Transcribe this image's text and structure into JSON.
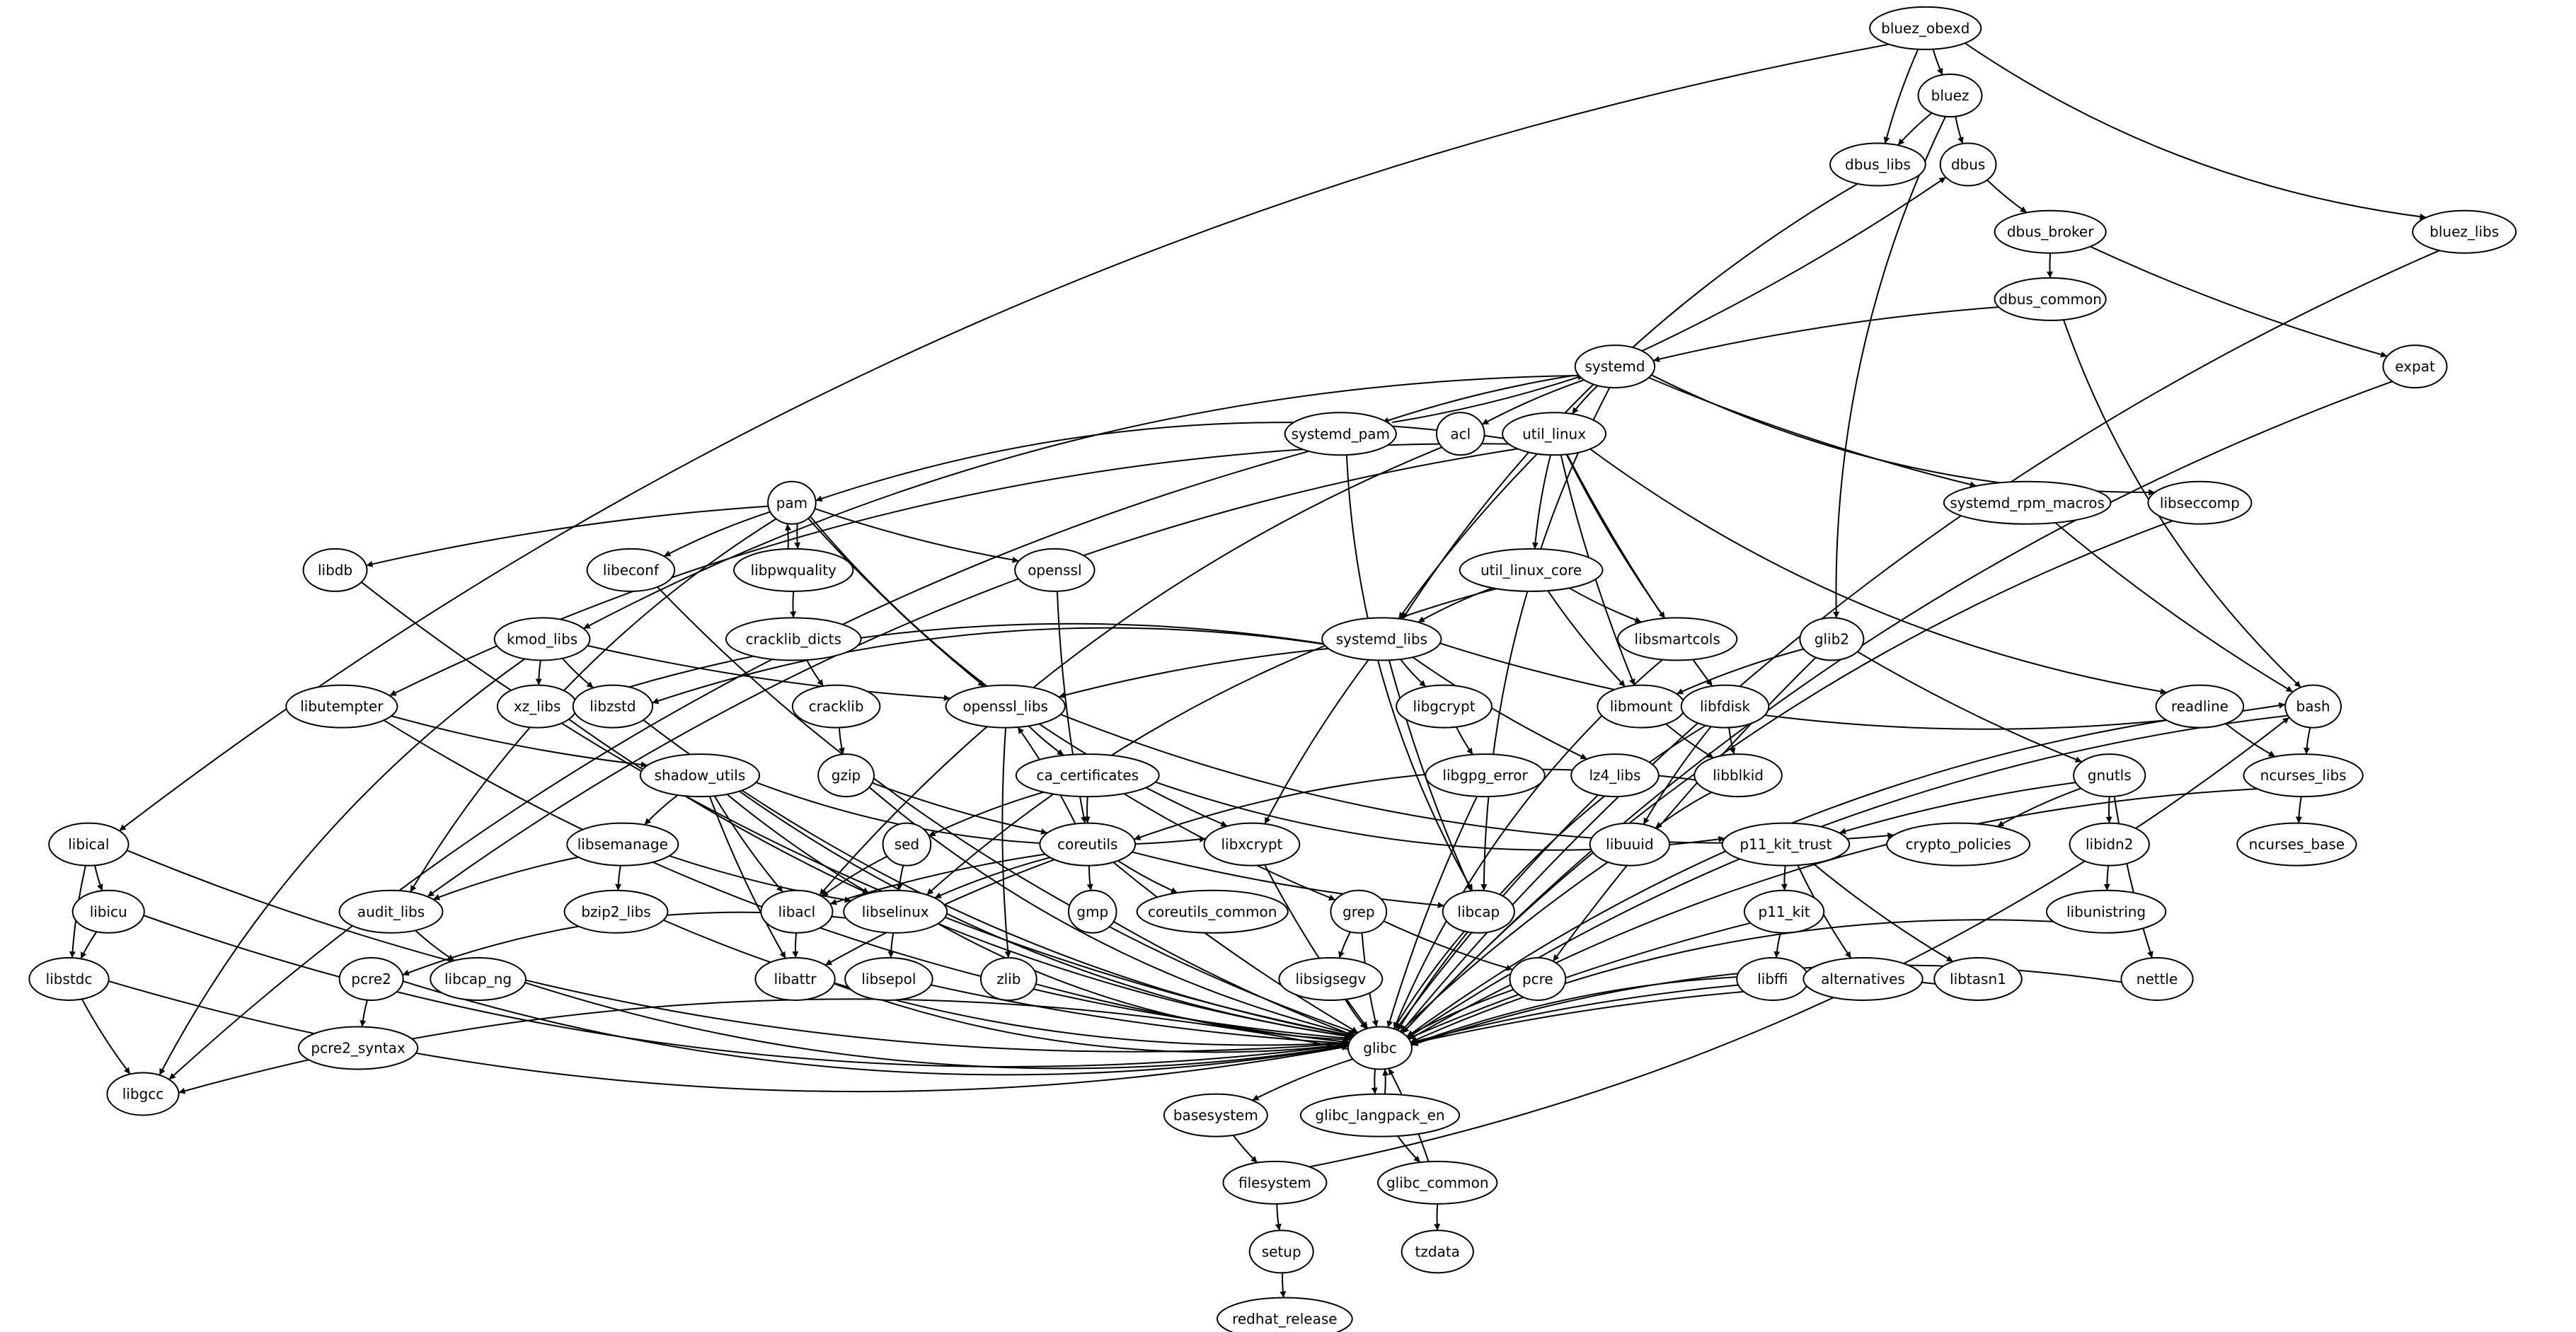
{
  "diagram": {
    "type": "directed-dependency-graph",
    "nodes": [
      "bluez_obexd",
      "bluez",
      "dbus_libs",
      "dbus",
      "bluez_libs",
      "dbus_broker",
      "dbus_common",
      "expat",
      "systemd",
      "systemd_pam",
      "acl",
      "util_linux",
      "systemd_rpm_macros",
      "libseccomp",
      "pam",
      "libdb",
      "libeconf",
      "libpwquality",
      "openssl",
      "util_linux_core",
      "kmod_libs",
      "systemd_libs",
      "libsmartcols",
      "glib2",
      "cracklib_dicts",
      "libutempter",
      "xz_libs",
      "libzstd",
      "cracklib",
      "openssl_libs",
      "libgcrypt",
      "libmount",
      "libfdisk",
      "readline",
      "bash",
      "shadow_utils",
      "gzip",
      "ca_certificates",
      "libgpg_error",
      "lz4_libs",
      "libblkid",
      "gnutls",
      "ncurses_libs",
      "libical",
      "libsemanage",
      "sed",
      "coreutils",
      "libxcrypt",
      "libuuid",
      "p11_kit_trust",
      "crypto_policies",
      "libidn2",
      "ncurses_base",
      "libicu",
      "audit_libs",
      "bzip2_libs",
      "libacl",
      "libselinux",
      "gmp",
      "coreutils_common",
      "grep",
      "libcap",
      "p11_kit",
      "libunistring",
      "libstdc",
      "pcre2",
      "libcap_ng",
      "libattr",
      "libsepol",
      "zlib",
      "libsigsegv",
      "pcre",
      "libffi",
      "alternatives",
      "libtasn1",
      "nettle",
      "pcre2_syntax",
      "glibc",
      "libgcc",
      "basesystem",
      "glibc_langpack_en",
      "filesystem",
      "glibc_common",
      "setup",
      "tzdata",
      "redhat_release"
    ],
    "edges": [
      [
        "bluez_obexd",
        "bluez"
      ],
      [
        "bluez_obexd",
        "dbus_libs"
      ],
      [
        "bluez_obexd",
        "bluez_libs"
      ],
      [
        "bluez_obexd",
        "libical"
      ],
      [
        "bluez",
        "dbus_libs"
      ],
      [
        "bluez",
        "dbus"
      ],
      [
        "bluez",
        "glib2"
      ],
      [
        "dbus",
        "dbus_broker"
      ],
      [
        "dbus_broker",
        "dbus_common"
      ],
      [
        "dbus_broker",
        "expat"
      ],
      [
        "dbus_common",
        "systemd"
      ],
      [
        "dbus_common",
        "bash"
      ],
      [
        "dbus_libs",
        "systemd_libs"
      ],
      [
        "bluez_libs",
        "glibc"
      ],
      [
        "expat",
        "glibc"
      ],
      [
        "systemd",
        "dbus"
      ],
      [
        "systemd",
        "systemd_pam"
      ],
      [
        "systemd",
        "acl"
      ],
      [
        "systemd",
        "util_linux"
      ],
      [
        "systemd",
        "systemd_rpm_macros"
      ],
      [
        "systemd",
        "libseccomp"
      ],
      [
        "systemd",
        "kmod_libs"
      ],
      [
        "systemd",
        "libcap"
      ],
      [
        "systemd_pam",
        "systemd"
      ],
      [
        "systemd_pam",
        "libgcc"
      ],
      [
        "systemd_pam",
        "libcap"
      ],
      [
        "acl",
        "libacl"
      ],
      [
        "util_linux",
        "pam"
      ],
      [
        "util_linux",
        "util_linux_core"
      ],
      [
        "util_linux",
        "systemd_libs"
      ],
      [
        "util_linux",
        "libsmartcols"
      ],
      [
        "util_linux",
        "libmount"
      ],
      [
        "util_linux",
        "libfdisk"
      ],
      [
        "util_linux",
        "readline"
      ],
      [
        "util_linux",
        "libutempter"
      ],
      [
        "util_linux",
        "audit_libs"
      ],
      [
        "systemd_rpm_macros",
        "bash"
      ],
      [
        "libseccomp",
        "glibc"
      ],
      [
        "pam",
        "libdb"
      ],
      [
        "pam",
        "libeconf"
      ],
      [
        "pam",
        "libpwquality"
      ],
      [
        "pam",
        "openssl"
      ],
      [
        "pam",
        "openssl_libs"
      ],
      [
        "pam",
        "libxcrypt"
      ],
      [
        "pam",
        "audit_libs"
      ],
      [
        "libpwquality",
        "pam"
      ],
      [
        "libpwquality",
        "cracklib_dicts"
      ],
      [
        "cracklib_dicts",
        "cracklib"
      ],
      [
        "cracklib",
        "gzip"
      ],
      [
        "gzip",
        "coreutils"
      ],
      [
        "gzip",
        "glibc"
      ],
      [
        "openssl",
        "coreutils"
      ],
      [
        "libdb",
        "glibc"
      ],
      [
        "libeconf",
        "glibc"
      ],
      [
        "util_linux_core",
        "systemd_libs"
      ],
      [
        "util_linux_core",
        "libsmartcols"
      ],
      [
        "util_linux_core",
        "libmount"
      ],
      [
        "util_linux_core",
        "libselinux"
      ],
      [
        "kmod_libs",
        "xz_libs"
      ],
      [
        "kmod_libs",
        "libzstd"
      ],
      [
        "kmod_libs",
        "openssl_libs"
      ],
      [
        "kmod_libs",
        "libgcc"
      ],
      [
        "systemd_libs",
        "xz_libs"
      ],
      [
        "systemd_libs",
        "libzstd"
      ],
      [
        "systemd_libs",
        "openssl_libs"
      ],
      [
        "systemd_libs",
        "libgcrypt"
      ],
      [
        "systemd_libs",
        "lz4_libs"
      ],
      [
        "systemd_libs",
        "libcap"
      ],
      [
        "systemd_libs",
        "libxcrypt"
      ],
      [
        "systemd_libs",
        "bash"
      ],
      [
        "libsmartcols",
        "glibc"
      ],
      [
        "glib2",
        "libmount"
      ],
      [
        "glib2",
        "gnutls"
      ],
      [
        "glib2",
        "pcre"
      ],
      [
        "libutempter",
        "shadow_utils"
      ],
      [
        "libutempter",
        "glibc"
      ],
      [
        "xz_libs",
        "glibc"
      ],
      [
        "libzstd",
        "glibc"
      ],
      [
        "openssl_libs",
        "ca_certificates"
      ],
      [
        "openssl_libs",
        "crypto_policies"
      ],
      [
        "openssl_libs",
        "zlib"
      ],
      [
        "libgcrypt",
        "libgpg_error"
      ],
      [
        "libgpg_error",
        "glibc"
      ],
      [
        "libmount",
        "libblkid"
      ],
      [
        "libfdisk",
        "libblkid"
      ],
      [
        "libfdisk",
        "libuuid"
      ],
      [
        "libfdisk",
        "glibc"
      ],
      [
        "libblkid",
        "libuuid"
      ],
      [
        "libblkid",
        "coreutils"
      ],
      [
        "readline",
        "ncurses_libs"
      ],
      [
        "readline",
        "glibc"
      ],
      [
        "bash",
        "ncurses_libs"
      ],
      [
        "bash",
        "glibc"
      ],
      [
        "ncurses_libs",
        "ncurses_base"
      ],
      [
        "ncurses_libs",
        "glibc"
      ],
      [
        "shadow_utils",
        "libsemanage"
      ],
      [
        "shadow_utils",
        "libacl"
      ],
      [
        "shadow_utils",
        "libselinux"
      ],
      [
        "shadow_utils",
        "libattr"
      ],
      [
        "shadow_utils",
        "libxcrypt"
      ],
      [
        "shadow_utils",
        "glibc"
      ],
      [
        "ca_certificates",
        "coreutils"
      ],
      [
        "ca_certificates",
        "sed"
      ],
      [
        "ca_certificates",
        "grep"
      ],
      [
        "ca_certificates",
        "p11_kit_trust"
      ],
      [
        "lz4_libs",
        "glibc"
      ],
      [
        "gnutls",
        "p11_kit_trust"
      ],
      [
        "gnutls",
        "crypto_policies"
      ],
      [
        "gnutls",
        "libidn2"
      ],
      [
        "gnutls",
        "nettle"
      ],
      [
        "libical",
        "libicu"
      ],
      [
        "libical",
        "libstdc"
      ],
      [
        "libical",
        "glibc"
      ],
      [
        "libsemanage",
        "audit_libs"
      ],
      [
        "libsemanage",
        "bzip2_libs"
      ],
      [
        "libsemanage",
        "libselinux"
      ],
      [
        "sed",
        "libacl"
      ],
      [
        "sed",
        "libselinux"
      ],
      [
        "coreutils",
        "openssl_libs"
      ],
      [
        "coreutils",
        "libacl"
      ],
      [
        "coreutils",
        "libselinux"
      ],
      [
        "coreutils",
        "gmp"
      ],
      [
        "coreutils",
        "coreutils_common"
      ],
      [
        "coreutils",
        "libattr"
      ],
      [
        "coreutils",
        "libcap"
      ],
      [
        "coreutils",
        "glibc"
      ],
      [
        "libxcrypt",
        "glibc"
      ],
      [
        "libuuid",
        "glibc"
      ],
      [
        "p11_kit_trust",
        "p11_kit"
      ],
      [
        "p11_kit_trust",
        "alternatives"
      ],
      [
        "p11_kit_trust",
        "libtasn1"
      ],
      [
        "libidn2",
        "libunistring"
      ],
      [
        "libicu",
        "libstdc"
      ],
      [
        "libicu",
        "glibc"
      ],
      [
        "audit_libs",
        "libcap_ng"
      ],
      [
        "bzip2_libs",
        "glibc"
      ],
      [
        "libacl",
        "libattr"
      ],
      [
        "libselinux",
        "libsepol"
      ],
      [
        "libselinux",
        "pcre2"
      ],
      [
        "libselinux",
        "glibc"
      ],
      [
        "gmp",
        "glibc"
      ],
      [
        "grep",
        "libsigsegv"
      ],
      [
        "grep",
        "pcre"
      ],
      [
        "grep",
        "glibc"
      ],
      [
        "libcap",
        "glibc"
      ],
      [
        "p11_kit",
        "libffi"
      ],
      [
        "p11_kit",
        "glibc"
      ],
      [
        "libunistring",
        "glibc"
      ],
      [
        "libstdc",
        "libgcc"
      ],
      [
        "libstdc",
        "glibc"
      ],
      [
        "pcre2",
        "pcre2_syntax"
      ],
      [
        "pcre2",
        "glibc"
      ],
      [
        "libcap_ng",
        "glibc"
      ],
      [
        "libattr",
        "glibc"
      ],
      [
        "libsepol",
        "glibc"
      ],
      [
        "zlib",
        "glibc"
      ],
      [
        "libsigsegv",
        "glibc"
      ],
      [
        "pcre",
        "glibc"
      ],
      [
        "libffi",
        "glibc"
      ],
      [
        "alternatives",
        "glibc"
      ],
      [
        "libtasn1",
        "glibc"
      ],
      [
        "nettle",
        "glibc"
      ],
      [
        "glibc",
        "libgcc"
      ],
      [
        "glibc",
        "basesystem"
      ],
      [
        "glibc",
        "glibc_langpack_en"
      ],
      [
        "glibc_langpack_en",
        "glibc"
      ],
      [
        "glibc_langpack_en",
        "glibc_common"
      ],
      [
        "basesystem",
        "filesystem"
      ],
      [
        "filesystem",
        "setup"
      ],
      [
        "filesystem",
        "bash"
      ],
      [
        "glibc_common",
        "glibc"
      ],
      [
        "glibc_common",
        "tzdata"
      ],
      [
        "setup",
        "redhat_release"
      ]
    ]
  }
}
